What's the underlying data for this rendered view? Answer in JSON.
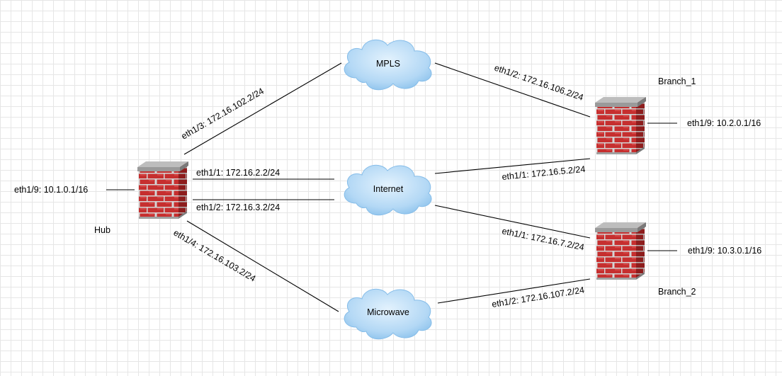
{
  "colors": {
    "brick": "#c93232",
    "brick_dark": "#8f1c1c",
    "mortar": "#d9d9d9",
    "cap": "#9e9e9e",
    "cloud_fill": "#b9dcf7",
    "cloud_edge": "#7fb8e6",
    "grid": "#e6e6e6"
  },
  "nodes": {
    "hub": {
      "name": "Hub",
      "icon": "firewall-icon"
    },
    "branch1": {
      "name": "Branch_1",
      "icon": "firewall-icon"
    },
    "branch2": {
      "name": "Branch_2",
      "icon": "firewall-icon"
    }
  },
  "clouds": {
    "mpls": {
      "name": "MPLS",
      "icon": "cloud-icon"
    },
    "internet": {
      "name": "Internet",
      "icon": "cloud-icon"
    },
    "microwave": {
      "name": "Microwave",
      "icon": "cloud-icon"
    }
  },
  "interfaces": {
    "hub_lan": "eth1/9: 10.1.0.1/16",
    "hub_mpls": "eth1/3: 172.16.102.2/24",
    "hub_inet1": "eth1/1: 172.16.2.2/24",
    "hub_inet2": "eth1/2: 172.16.3.2/24",
    "hub_micro": "eth1/4: 172.16.103.2/24",
    "b1_mpls": "eth1/2: 172.16.106.2/24",
    "b1_lan": "eth1/9: 10.2.0.1/16",
    "b1_inet": "eth1/1: 172.16.5.2/24",
    "b2_inet": "eth1/1: 172.16.7.2/24",
    "b2_lan": "eth1/9: 10.3.0.1/16",
    "b2_micro": "eth1/2: 172.16.107.2/24"
  }
}
